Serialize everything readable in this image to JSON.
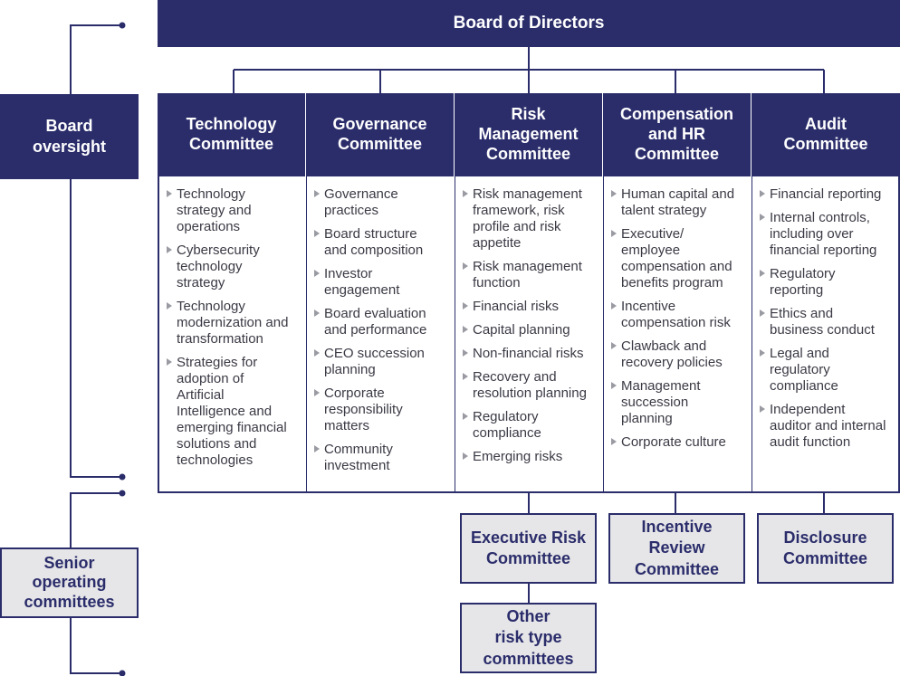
{
  "board": {
    "title": "Board of Directors"
  },
  "side": {
    "board_oversight": "Board\noversight",
    "senior_operating": "Senior\noperating\ncommittees"
  },
  "committees": [
    {
      "title": "Technology\nCommittee",
      "items": [
        "Technology\nstrategy and\noperations",
        "Cybersecurity\ntechnology\nstrategy",
        "Technology\nmodernization and\ntransformation",
        "Strategies for\nadoption of\nArtificial\nIntelligence and\nemerging financial\nsolutions and\ntechnologies"
      ]
    },
    {
      "title": "Governance\nCommittee",
      "items": [
        "Governance\npractices",
        "Board structure\nand composition",
        "Investor\nengagement",
        "Board evaluation\nand performance",
        "CEO succession\nplanning",
        "Corporate\nresponsibility\nmatters",
        "Community\ninvestment"
      ]
    },
    {
      "title": "Risk\nManagement\nCommittee",
      "items": [
        "Risk management\nframework, risk\nprofile and risk\nappetite",
        "Risk management\nfunction",
        "Financial risks",
        "Capital planning",
        "Non-financial risks",
        "Recovery and\nresolution planning",
        "Regulatory\ncompliance",
        "Emerging risks"
      ]
    },
    {
      "title": "Compensation\nand HR\nCommittee",
      "items": [
        "Human capital and\ntalent strategy",
        "Executive/\nemployee\ncompensation and\nbenefits program",
        "Incentive\ncompensation risk",
        "Clawback and\nrecovery policies",
        "Management\nsuccession\nplanning",
        "Corporate culture"
      ]
    },
    {
      "title": "Audit\nCommittee",
      "items": [
        "Financial reporting",
        "Internal controls,\nincluding over\nfinancial reporting",
        "Regulatory\nreporting",
        "Ethics and\nbusiness conduct",
        "Legal and\nregulatory\ncompliance",
        "Independent\nauditor and internal\naudit function"
      ]
    }
  ],
  "sub_committees": {
    "executive_risk": "Executive Risk\nCommittee",
    "incentive_review": "Incentive\nReview\nCommittee",
    "disclosure": "Disclosure\nCommittee",
    "other_risk": "Other\nrisk type\ncommittees"
  },
  "colors": {
    "navy": "#2b2d6b",
    "gray_box": "#e6e6e8",
    "bullet": "#9a9aa3"
  }
}
